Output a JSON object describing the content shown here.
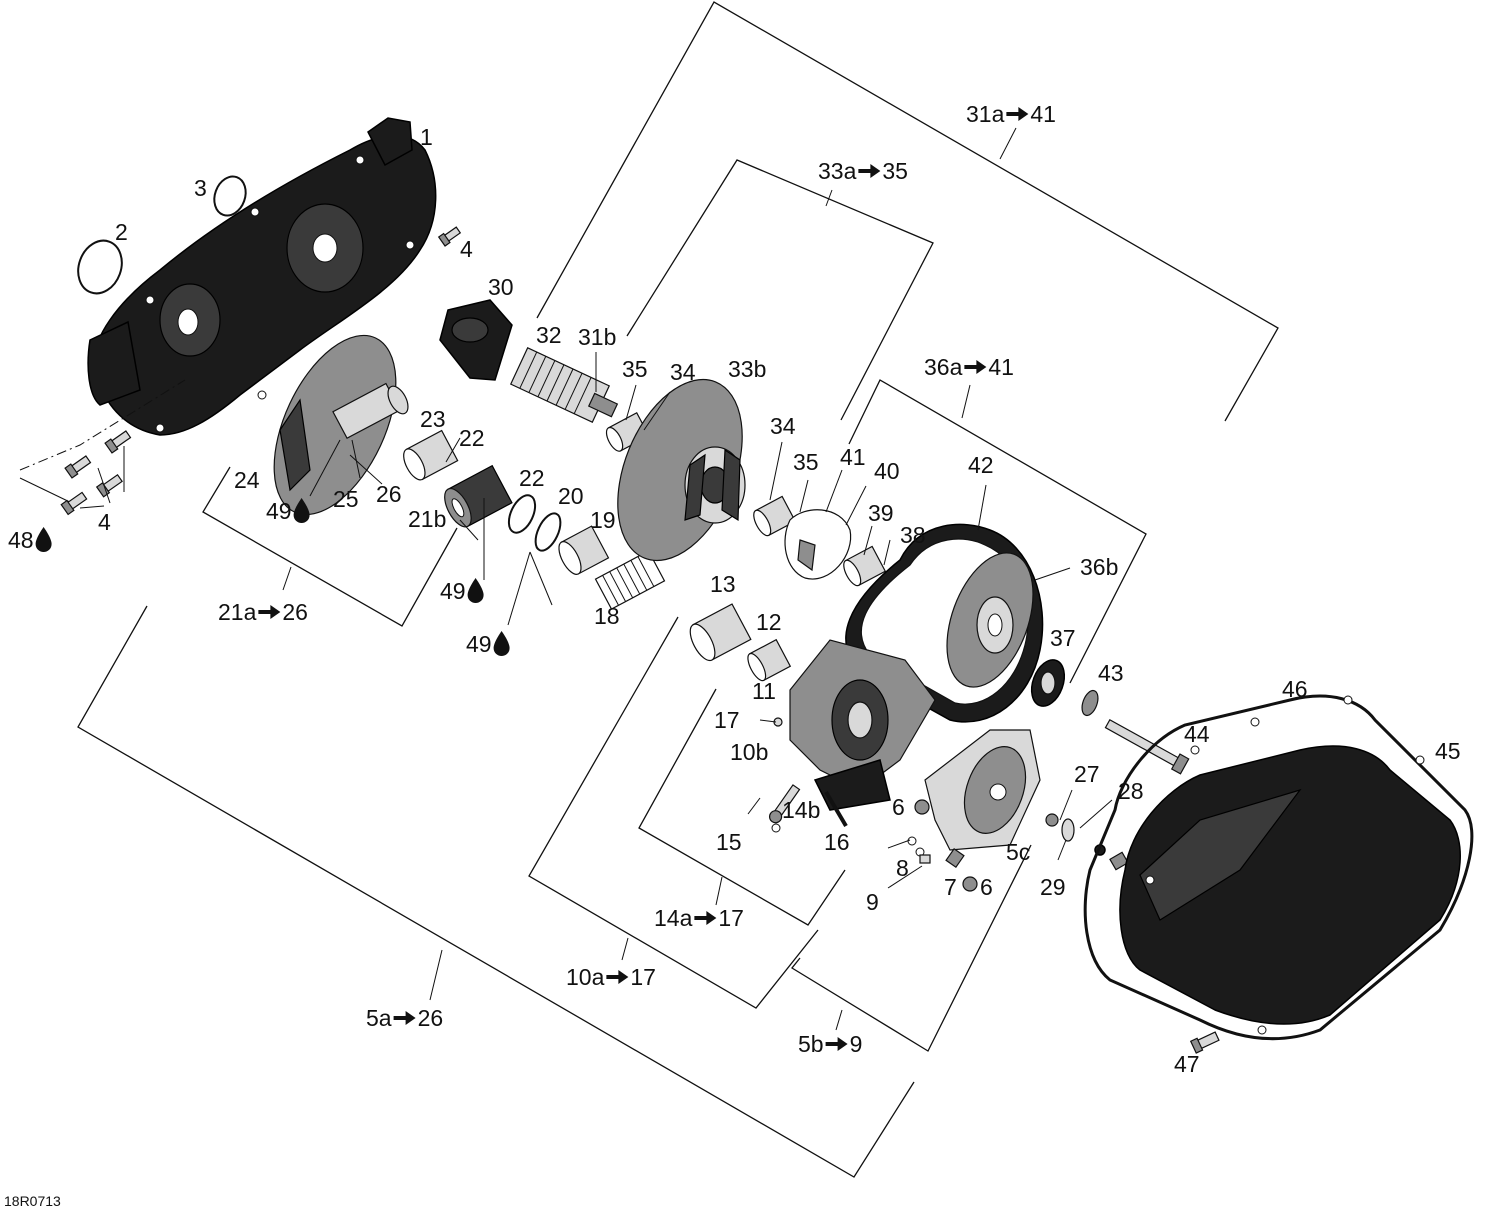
{
  "diagram_code": "18R0713",
  "callouts": [
    {
      "id": "c1",
      "text": "1"
    },
    {
      "id": "c2",
      "text": "2"
    },
    {
      "id": "c3",
      "text": "3"
    },
    {
      "id": "c4a",
      "text": "4"
    },
    {
      "id": "c4b",
      "text": "4"
    },
    {
      "id": "c48",
      "text": "48"
    },
    {
      "id": "c24",
      "text": "24"
    },
    {
      "id": "c49a",
      "text": "49"
    },
    {
      "id": "c25",
      "text": "25"
    },
    {
      "id": "c26",
      "text": "26"
    },
    {
      "id": "c23",
      "text": "23"
    },
    {
      "id": "c22a",
      "text": "22"
    },
    {
      "id": "c21b",
      "text": "21b"
    },
    {
      "id": "c22b",
      "text": "22"
    },
    {
      "id": "c20",
      "text": "20"
    },
    {
      "id": "c19",
      "text": "19"
    },
    {
      "id": "c18",
      "text": "18"
    },
    {
      "id": "c49b",
      "text": "49"
    },
    {
      "id": "c49c",
      "text": "49"
    },
    {
      "id": "c30",
      "text": "30"
    },
    {
      "id": "c32",
      "text": "32"
    },
    {
      "id": "c31b",
      "text": "31b"
    },
    {
      "id": "c35a",
      "text": "35"
    },
    {
      "id": "c34a",
      "text": "34"
    },
    {
      "id": "c33b",
      "text": "33b"
    },
    {
      "id": "c34b",
      "text": "34"
    },
    {
      "id": "c35b",
      "text": "35"
    },
    {
      "id": "c41",
      "text": "41"
    },
    {
      "id": "c40",
      "text": "40"
    },
    {
      "id": "c39",
      "text": "39"
    },
    {
      "id": "c38",
      "text": "38"
    },
    {
      "id": "c42",
      "text": "42"
    },
    {
      "id": "c36b",
      "text": "36b"
    },
    {
      "id": "c37",
      "text": "37"
    },
    {
      "id": "c13",
      "text": "13"
    },
    {
      "id": "c12",
      "text": "12"
    },
    {
      "id": "c11",
      "text": "11"
    },
    {
      "id": "c17",
      "text": "17"
    },
    {
      "id": "c10b",
      "text": "10b"
    },
    {
      "id": "c14b",
      "text": "14b"
    },
    {
      "id": "c15",
      "text": "15"
    },
    {
      "id": "c16",
      "text": "16"
    },
    {
      "id": "c6a",
      "text": "6"
    },
    {
      "id": "c8",
      "text": "8"
    },
    {
      "id": "c9",
      "text": "9"
    },
    {
      "id": "c7",
      "text": "7"
    },
    {
      "id": "c6b",
      "text": "6"
    },
    {
      "id": "c5c",
      "text": "5c"
    },
    {
      "id": "c27",
      "text": "27"
    },
    {
      "id": "c28",
      "text": "28"
    },
    {
      "id": "c29",
      "text": "29"
    },
    {
      "id": "c43",
      "text": "43"
    },
    {
      "id": "c44",
      "text": "44"
    },
    {
      "id": "c46",
      "text": "46"
    },
    {
      "id": "c45",
      "text": "45"
    },
    {
      "id": "c47",
      "text": "47"
    }
  ],
  "kits": [
    {
      "id": "k31a",
      "from": "31a",
      "to": "41"
    },
    {
      "id": "k33a",
      "from": "33a",
      "to": "35"
    },
    {
      "id": "k36a",
      "from": "36a",
      "to": "41"
    },
    {
      "id": "k21a",
      "from": "21a",
      "to": "26"
    },
    {
      "id": "k14a",
      "from": "14a",
      "to": "17"
    },
    {
      "id": "k10a",
      "from": "10a",
      "to": "17"
    },
    {
      "id": "k5a",
      "from": "5a",
      "to": "26"
    },
    {
      "id": "k5b",
      "from": "5b",
      "to": "9"
    }
  ],
  "icons": {
    "arrow": "right-arrow-icon",
    "lubricant": "oil-drop-icon"
  },
  "colors": {
    "line": "#111111",
    "part_dark": "#1b1b1b",
    "part_grey": "#8e8e8e"
  }
}
